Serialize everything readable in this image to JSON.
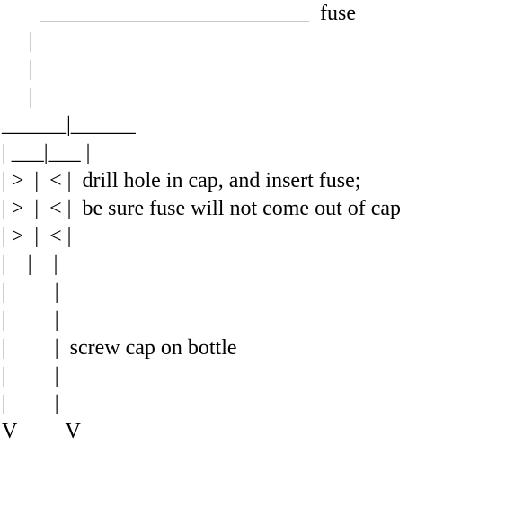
{
  "diagram": {
    "lines": [
      "       _________________________  fuse",
      "     |",
      "     |",
      "     |",
      "______|______",
      "| ___|___ |",
      "| >  |  < |  drill hole in cap, and insert fuse;",
      "| >  |  < |  be sure fuse will not come out of cap",
      "| >  |  < |",
      "|    |    |",
      "|         |",
      "|         |",
      "|         |  screw cap on bottle",
      "|         |",
      "|         |",
      "V         V"
    ]
  }
}
